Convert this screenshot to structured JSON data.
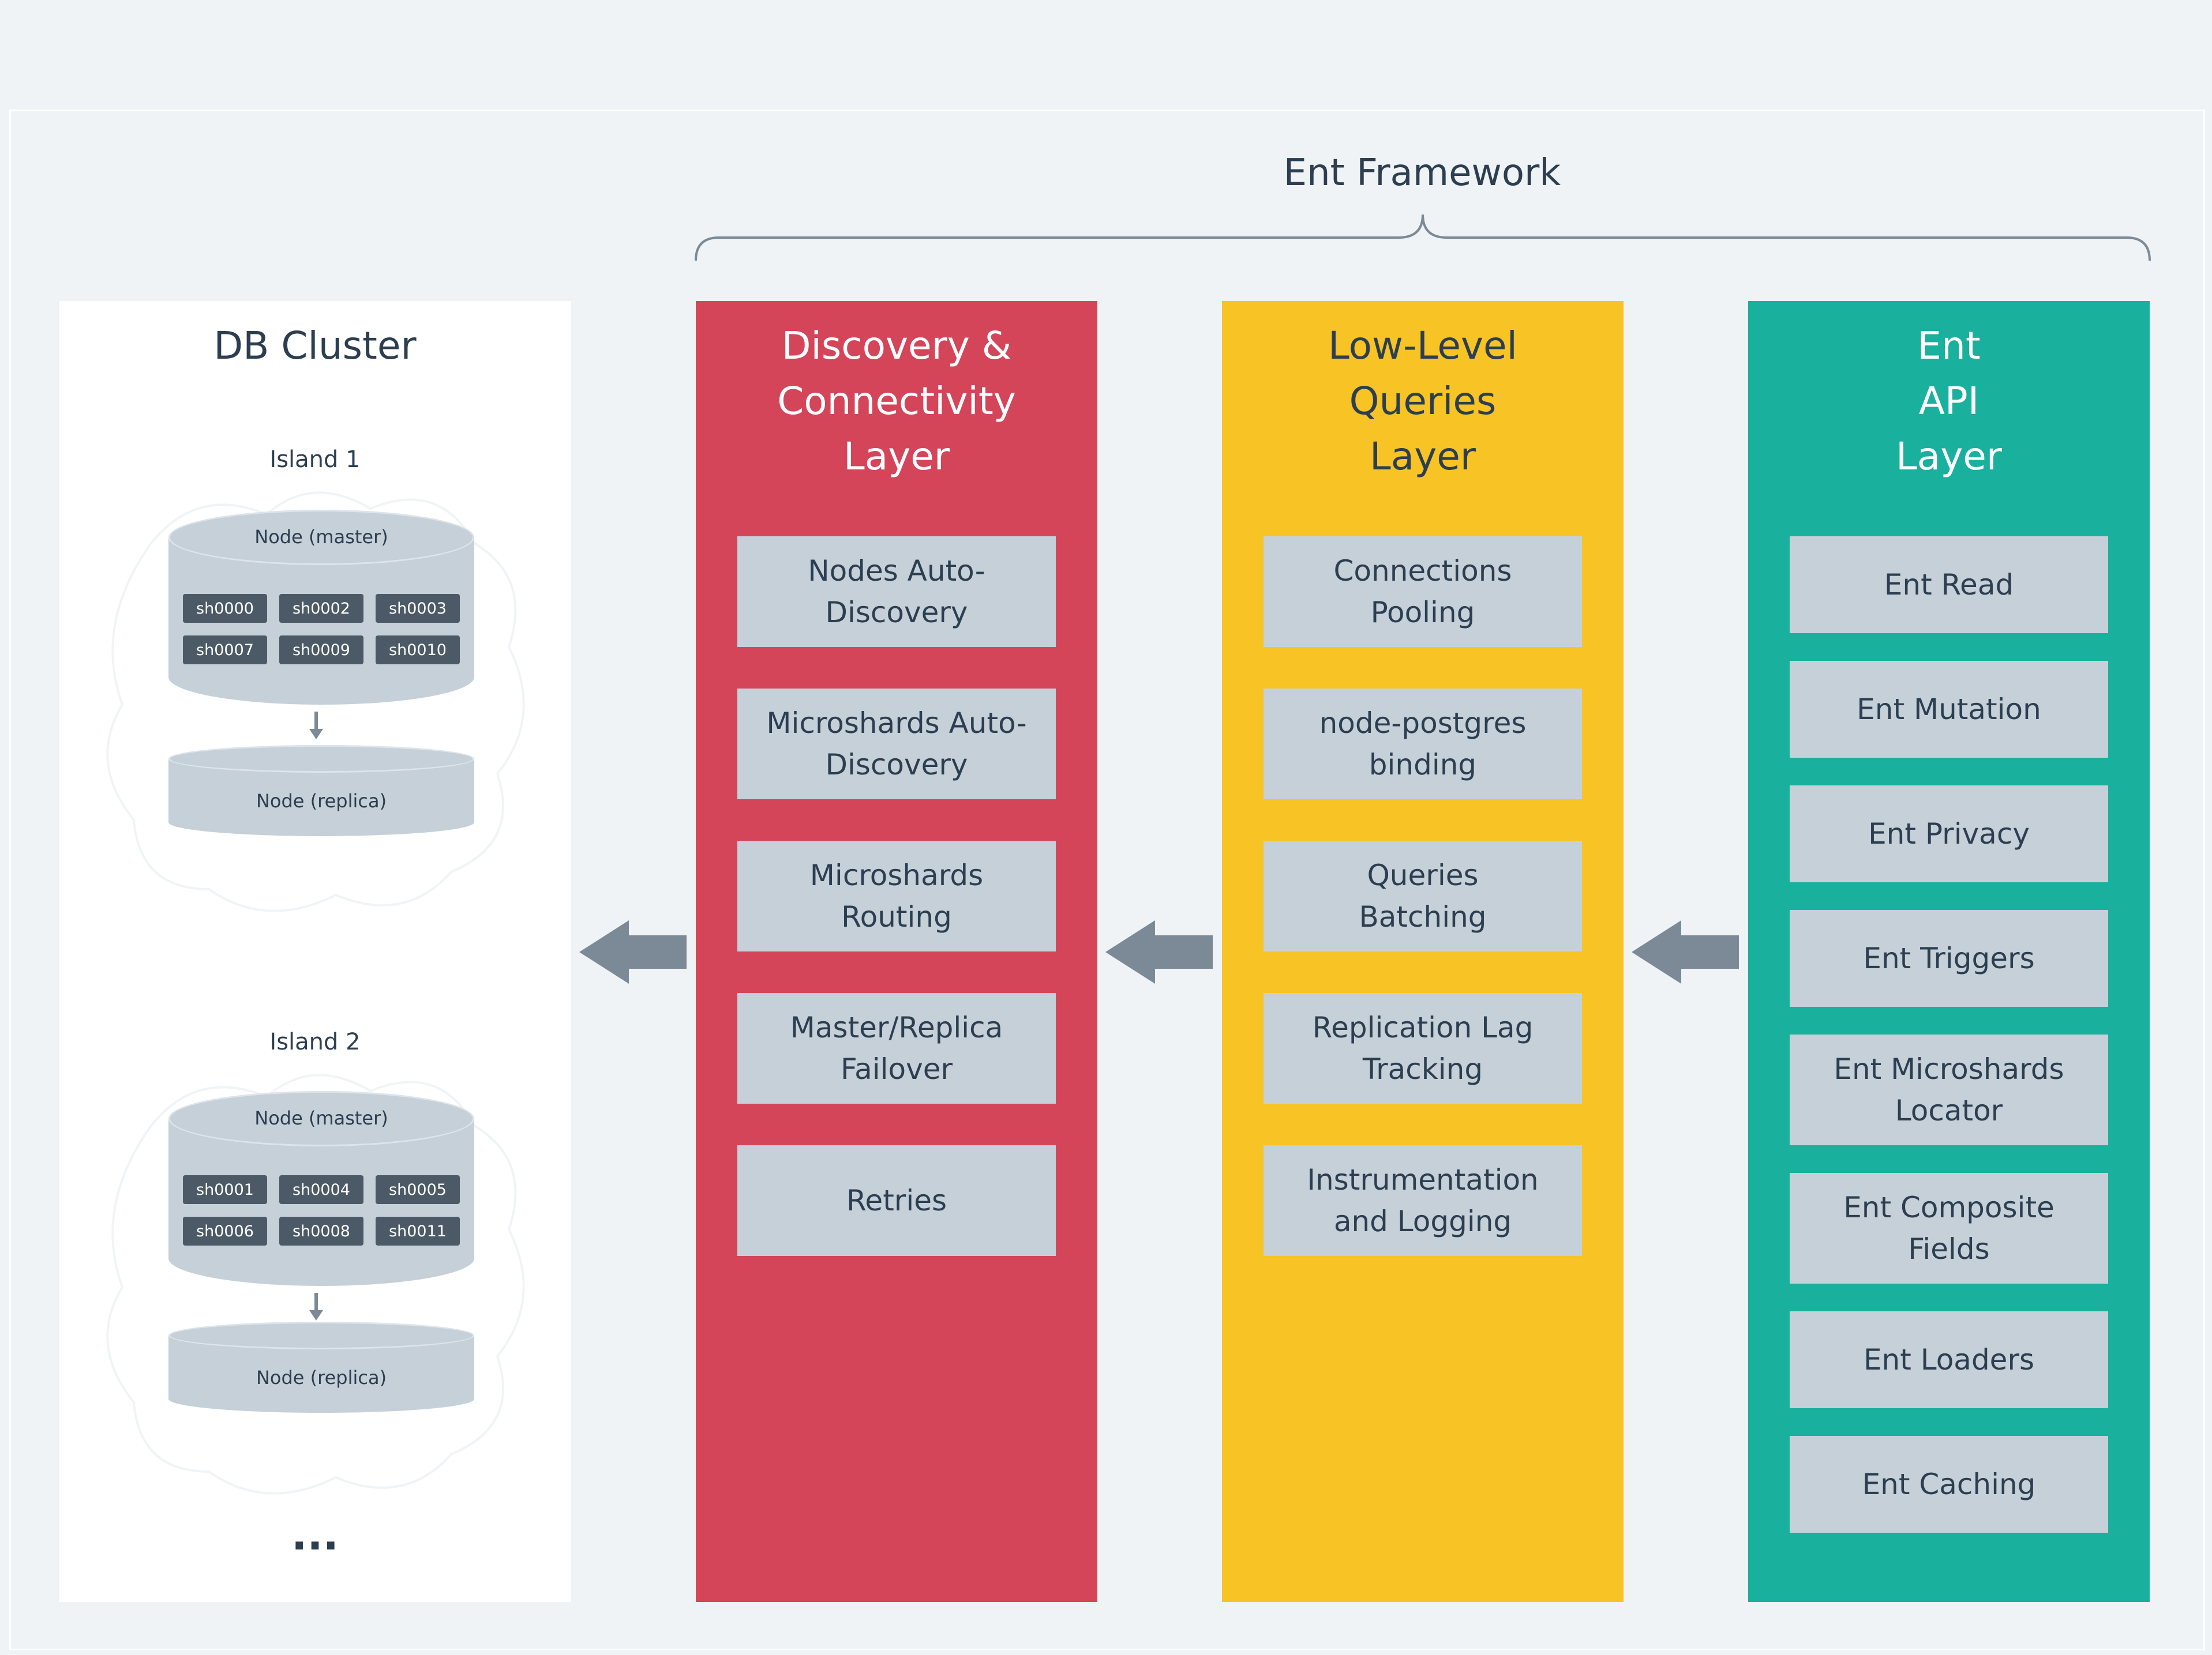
{
  "framework_title": "Ent Framework",
  "colors": {
    "background": "#eff3f6",
    "red_panel": "#d4455a",
    "yellow_panel": "#f7c325",
    "teal_panel": "#19b09d",
    "item_box": "#c5d0d9",
    "shard": "#4b5a66",
    "arrow": "#7b8a96"
  },
  "db_cluster": {
    "title": "DB Cluster",
    "ellipsis": "...",
    "islands": [
      {
        "label": "Island 1",
        "master_label": "Node (master)",
        "replica_label": "Node (replica)",
        "shards": [
          "sh0000",
          "sh0002",
          "sh0003",
          "sh0007",
          "sh0009",
          "sh0010"
        ]
      },
      {
        "label": "Island 2",
        "master_label": "Node (master)",
        "replica_label": "Node (replica)",
        "shards": [
          "sh0001",
          "sh0004",
          "sh0005",
          "sh0006",
          "sh0008",
          "sh0011"
        ]
      }
    ]
  },
  "discovery_layer": {
    "title": "Discovery &\nConnectivity\nLayer",
    "items": [
      "Nodes Auto-\nDiscovery",
      "Microshards Auto-\nDiscovery",
      "Microshards\nRouting",
      "Master/Replica\nFailover",
      "Retries"
    ]
  },
  "queries_layer": {
    "title": "Low-Level\nQueries\nLayer",
    "items": [
      "Connections\nPooling",
      "node-postgres\nbinding",
      "Queries\nBatching",
      "Replication Lag\nTracking",
      "Instrumentation\nand Logging"
    ]
  },
  "api_layer": {
    "title": "Ent\nAPI\nLayer",
    "items": [
      "Ent Read",
      "Ent Mutation",
      "Ent Privacy",
      "Ent Triggers",
      "Ent Microshards\nLocator",
      "Ent Composite\nFields",
      "Ent Loaders",
      "Ent Caching"
    ]
  }
}
